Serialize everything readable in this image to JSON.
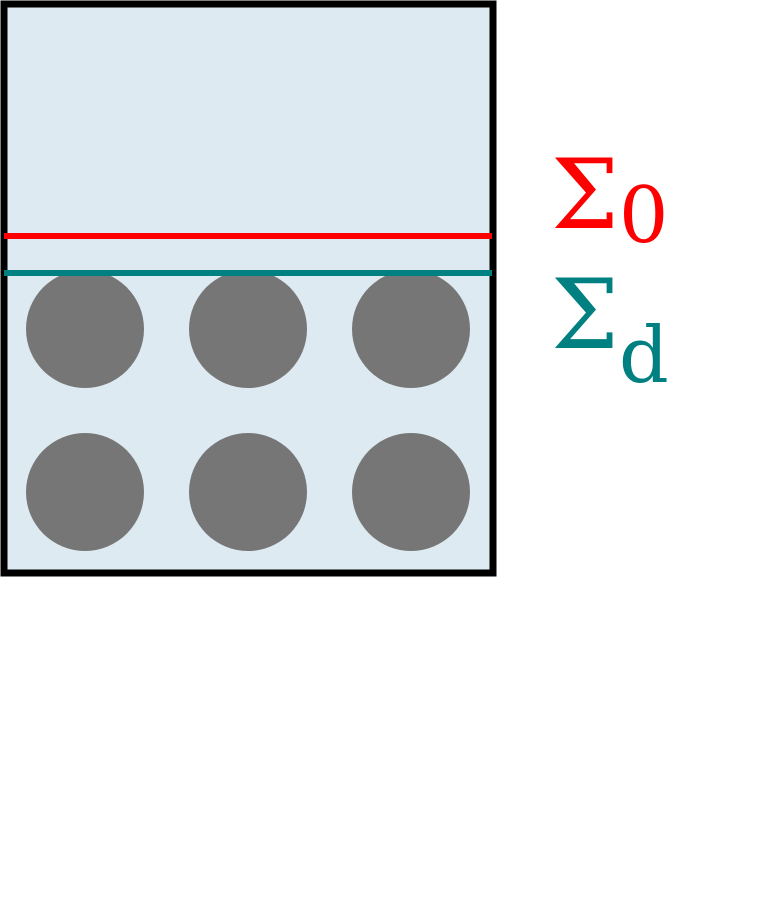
{
  "colors": {
    "box_fill": "#ddeaf2",
    "box_stroke": "#000000",
    "particle_fill": "#767676",
    "sigma0_color": "#ff0000",
    "sigmad_color": "#008080"
  },
  "labels": {
    "sigma0": {
      "symbol": "Σ",
      "subscript": "0"
    },
    "sigmad": {
      "symbol": "Σ",
      "subscript": "d"
    }
  },
  "particles": {
    "rows": 2,
    "cols": 3
  }
}
